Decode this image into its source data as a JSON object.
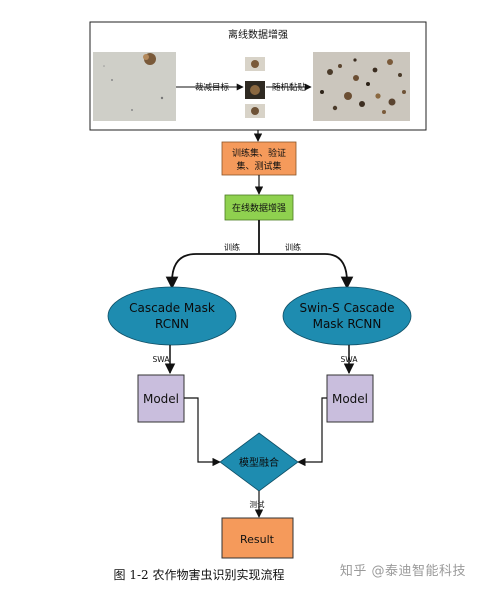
{
  "offline_aug": {
    "title": "离线数据增强",
    "crop_label": "裁减目标",
    "paste_label": "随机黏贴"
  },
  "dataset_box": {
    "line1": "训练集、验证",
    "line2": "集、测试集"
  },
  "online_aug": {
    "label": "在线数据增强"
  },
  "branch": {
    "left_train": "训练",
    "right_train": "训练"
  },
  "models": {
    "left_line1": "Cascade Mask",
    "left_line2": "RCNN",
    "right_line1": "Swin-S Cascade",
    "right_line2": "Mask RCNN",
    "left_swa": "SWA",
    "right_swa": "SWA",
    "left_model": "Model",
    "right_model": "Model"
  },
  "fusion": {
    "label": "模型融合",
    "test_label": "测试"
  },
  "result": {
    "label": "Result"
  },
  "caption": "图 1-2 农作物害虫识别实现流程",
  "watermark": "知乎 @泰迪智能科技",
  "colors": {
    "orange": "#F59A5B",
    "green": "#8FD14F",
    "teal": "#1E8CB0",
    "purple": "#C9BEDD",
    "line": "#111111"
  }
}
